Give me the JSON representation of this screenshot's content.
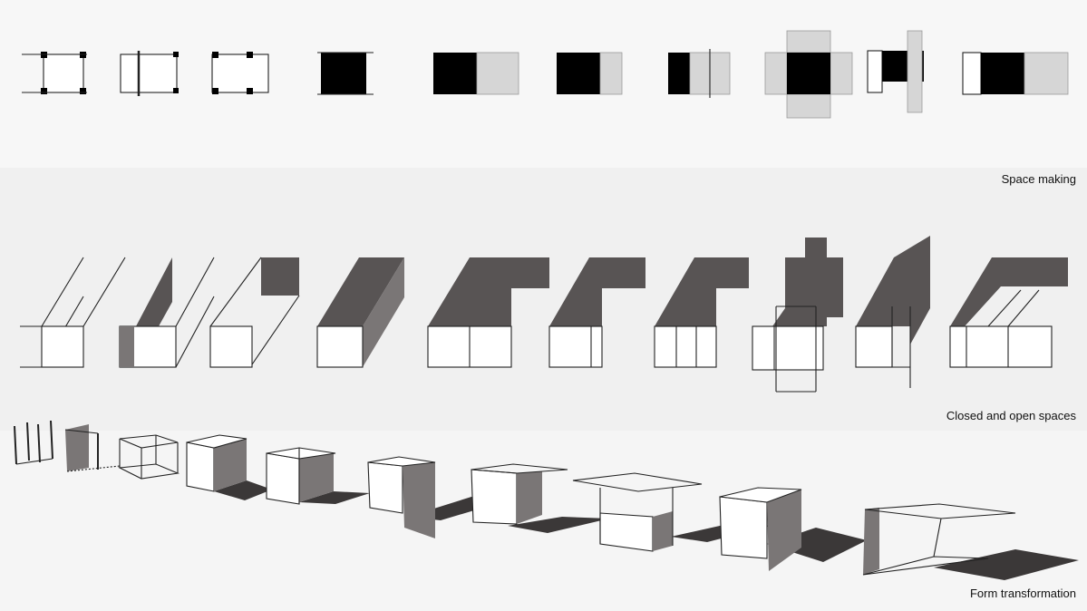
{
  "captions": {
    "space_making": "Space making",
    "closed_open": "Closed and open spaces",
    "form_transformation": "Form transformation"
  },
  "rows": {
    "plans_count": 10,
    "shadow_diagrams_count": 10,
    "perspective_count": 10
  }
}
